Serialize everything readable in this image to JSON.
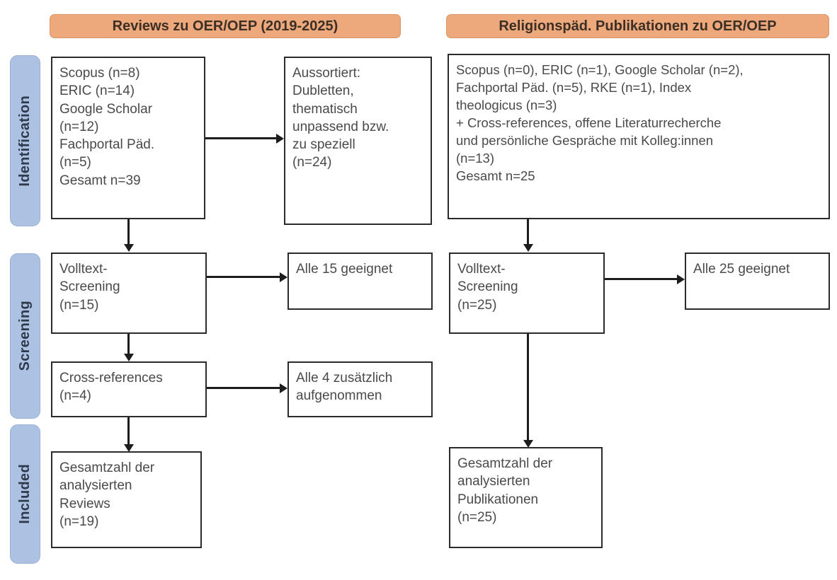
{
  "diagram": {
    "type": "prisma-flow-diagram",
    "stages": [
      {
        "id": "identification",
        "label": "Identification"
      },
      {
        "id": "screening",
        "label": "Screening"
      },
      {
        "id": "included",
        "label": "Included"
      }
    ],
    "columns": [
      {
        "id": "reviews",
        "header": "Reviews zu OER/OEP (2019-2025)"
      },
      {
        "id": "religionspaed",
        "header": "Religionspäd. Publikationen zu OER/OEP"
      }
    ],
    "boxes": {
      "left_identification_sources": "Scopus (n=8)\nERIC (n=14)\nGoogle Scholar\n(n=12)\nFachportal Päd.\n(n=5)\nGesamt n=39",
      "left_excluded": "Aussortiert:\nDubletten,\nthematisch\nunpassend bzw.\nzu speziell\n(n=24)",
      "left_fulltext_screening": "Volltext-\nScreening\n(n=15)",
      "left_all_suitable": "Alle 15 geeignet",
      "left_cross_references": "Cross-references\n(n=4)",
      "left_all_added": "Alle 4 zusätzlich\naufgenommen",
      "left_included_total": "Gesamtzahl der\nanalysierten\nReviews\n(n=19)",
      "right_identification_sources": "Scopus (n=0), ERIC (n=1), Google Scholar (n=2),\nFachportal Päd. (n=5), RKE (n=1), Index\ntheologicus (n=3)\n+ Cross-references, offene Literaturrecherche\nund persönliche Gespräche mit Kolleg:innen\n(n=13)\nGesamt n=25",
      "right_fulltext_screening": "Volltext-\nScreening\n(n=25)",
      "right_all_suitable": "Alle 25 geeignet",
      "right_included_total": "Gesamtzahl der\nanalysierten\nPublikationen\n(n=25)"
    },
    "colors": {
      "header_orange": "#eda87c",
      "stage_blue": "#adc2e3",
      "box_border": "#2b2b2b",
      "text_gray": "#4a4a4a",
      "background": "#ffffff"
    }
  }
}
